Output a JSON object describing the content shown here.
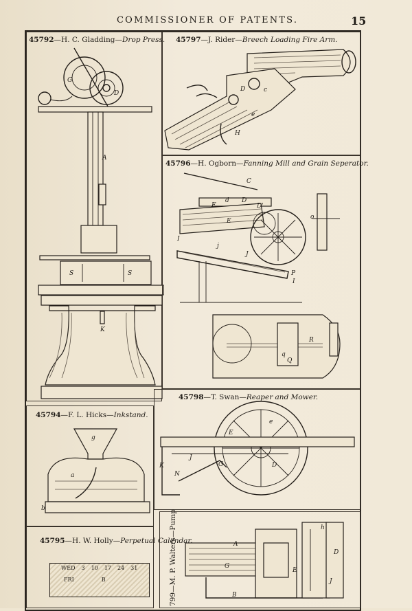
{
  "header": {
    "title": "COMMISSIONER OF PATENTS.",
    "page_number": "15"
  },
  "patents": [
    {
      "number": "45792",
      "inventor": "H. C. Gladding",
      "title": "Drop Press.",
      "labels": [
        "G",
        "D",
        "A",
        "S",
        "S",
        "K"
      ]
    },
    {
      "number": "45797",
      "inventor": "J. Rider",
      "title": "Breech Loading Fire Arm.",
      "labels": [
        "D",
        "c",
        "e",
        "H"
      ]
    },
    {
      "number": "45796",
      "inventor": "H. Ogborn",
      "title": "Fanning Mill and Grain Seperator.",
      "labels": [
        "C",
        "F",
        "d",
        "D",
        "D'",
        "E",
        "I",
        "J",
        "j",
        "P",
        "I",
        "R",
        "q",
        "Q",
        "o"
      ]
    },
    {
      "number": "45794",
      "inventor": "F. L. Hicks",
      "title": "Inkstand.",
      "labels": [
        "g",
        "a",
        "b"
      ]
    },
    {
      "number": "45798",
      "inventor": "T. Swan",
      "title": "Reaper and Mower.",
      "labels": [
        "E",
        "e",
        "G",
        "D",
        "K",
        "N",
        "J"
      ]
    },
    {
      "number": "45795",
      "inventor": "H. W. Holly",
      "title": "Perpetual Calendar.",
      "calendar": {
        "row1": [
          "WED",
          "3",
          "10",
          "17",
          "24",
          "31"
        ],
        "row2": [
          "FRI",
          "B"
        ]
      }
    },
    {
      "number": "799",
      "inventor": "M. P. Walters",
      "title": "Pump",
      "labels": [
        "A",
        "G",
        "B",
        "E",
        "h",
        "D",
        "J"
      ]
    }
  ]
}
